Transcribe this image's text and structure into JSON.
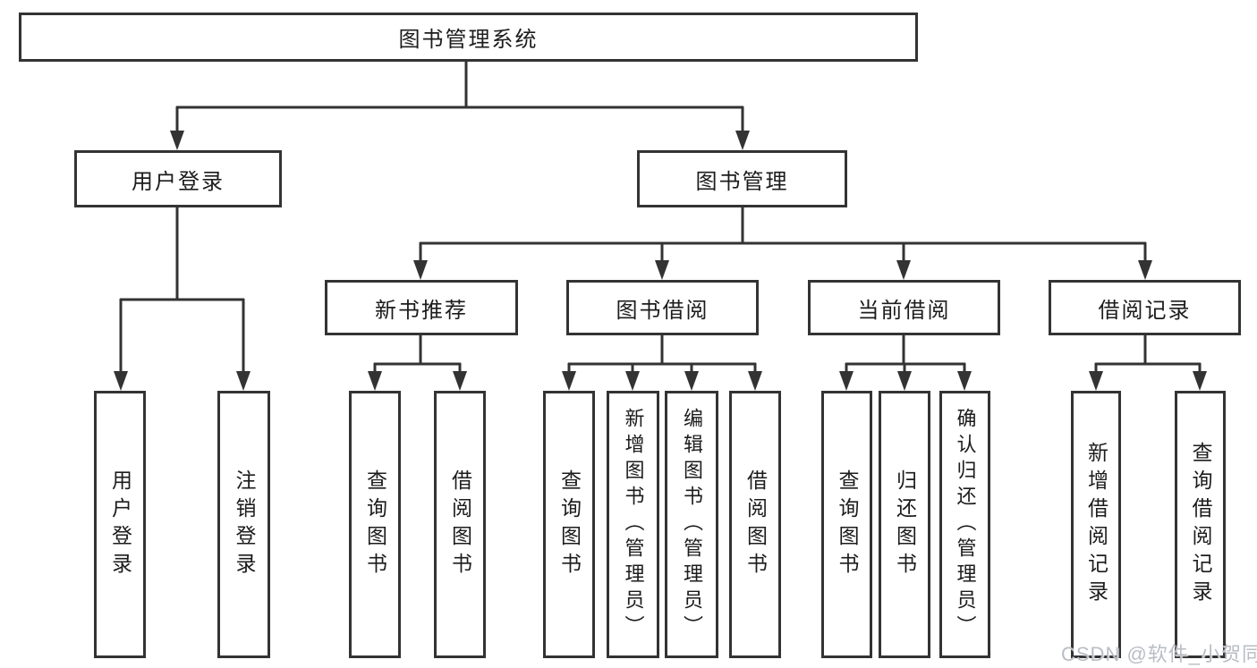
{
  "title": {
    "label": "图书管理系统"
  },
  "level2": [
    {
      "label": "用户登录"
    },
    {
      "label": "图书管理"
    }
  ],
  "level3": [
    {
      "label": "新书推荐",
      "parent": "图书管理"
    },
    {
      "label": "图书借阅",
      "parent": "图书管理"
    },
    {
      "label": "当前借阅",
      "parent": "图书管理"
    },
    {
      "label": "借阅记录",
      "parent": "图书管理"
    }
  ],
  "leaves": [
    {
      "label": "用户登录",
      "parent": "用户登录"
    },
    {
      "label": "注销登录",
      "parent": "用户登录"
    },
    {
      "label": "查询图书",
      "parent": "新书推荐"
    },
    {
      "label": "借阅图书",
      "parent": "新书推荐"
    },
    {
      "label": "查询图书",
      "parent": "图书借阅"
    },
    {
      "label": "新增图书（管理员）",
      "parent": "图书借阅"
    },
    {
      "label": "编辑图书（管理员）",
      "parent": "图书借阅"
    },
    {
      "label": "借阅图书",
      "parent": "图书借阅"
    },
    {
      "label": "查询图书",
      "parent": "当前借阅"
    },
    {
      "label": "归还图书",
      "parent": "当前借阅"
    },
    {
      "label": "确认归还（管理员）",
      "parent": "当前借阅"
    },
    {
      "label": "新增借阅记录",
      "parent": "借阅记录"
    },
    {
      "label": "查询借阅记录",
      "parent": "借阅记录"
    }
  ],
  "watermark": {
    "text": "CSDN @软件_小贺同学"
  },
  "colors": {
    "line": "#333333",
    "text": "#1c1c1c",
    "background": "#ffffff",
    "watermark": "#b9bdc4"
  }
}
